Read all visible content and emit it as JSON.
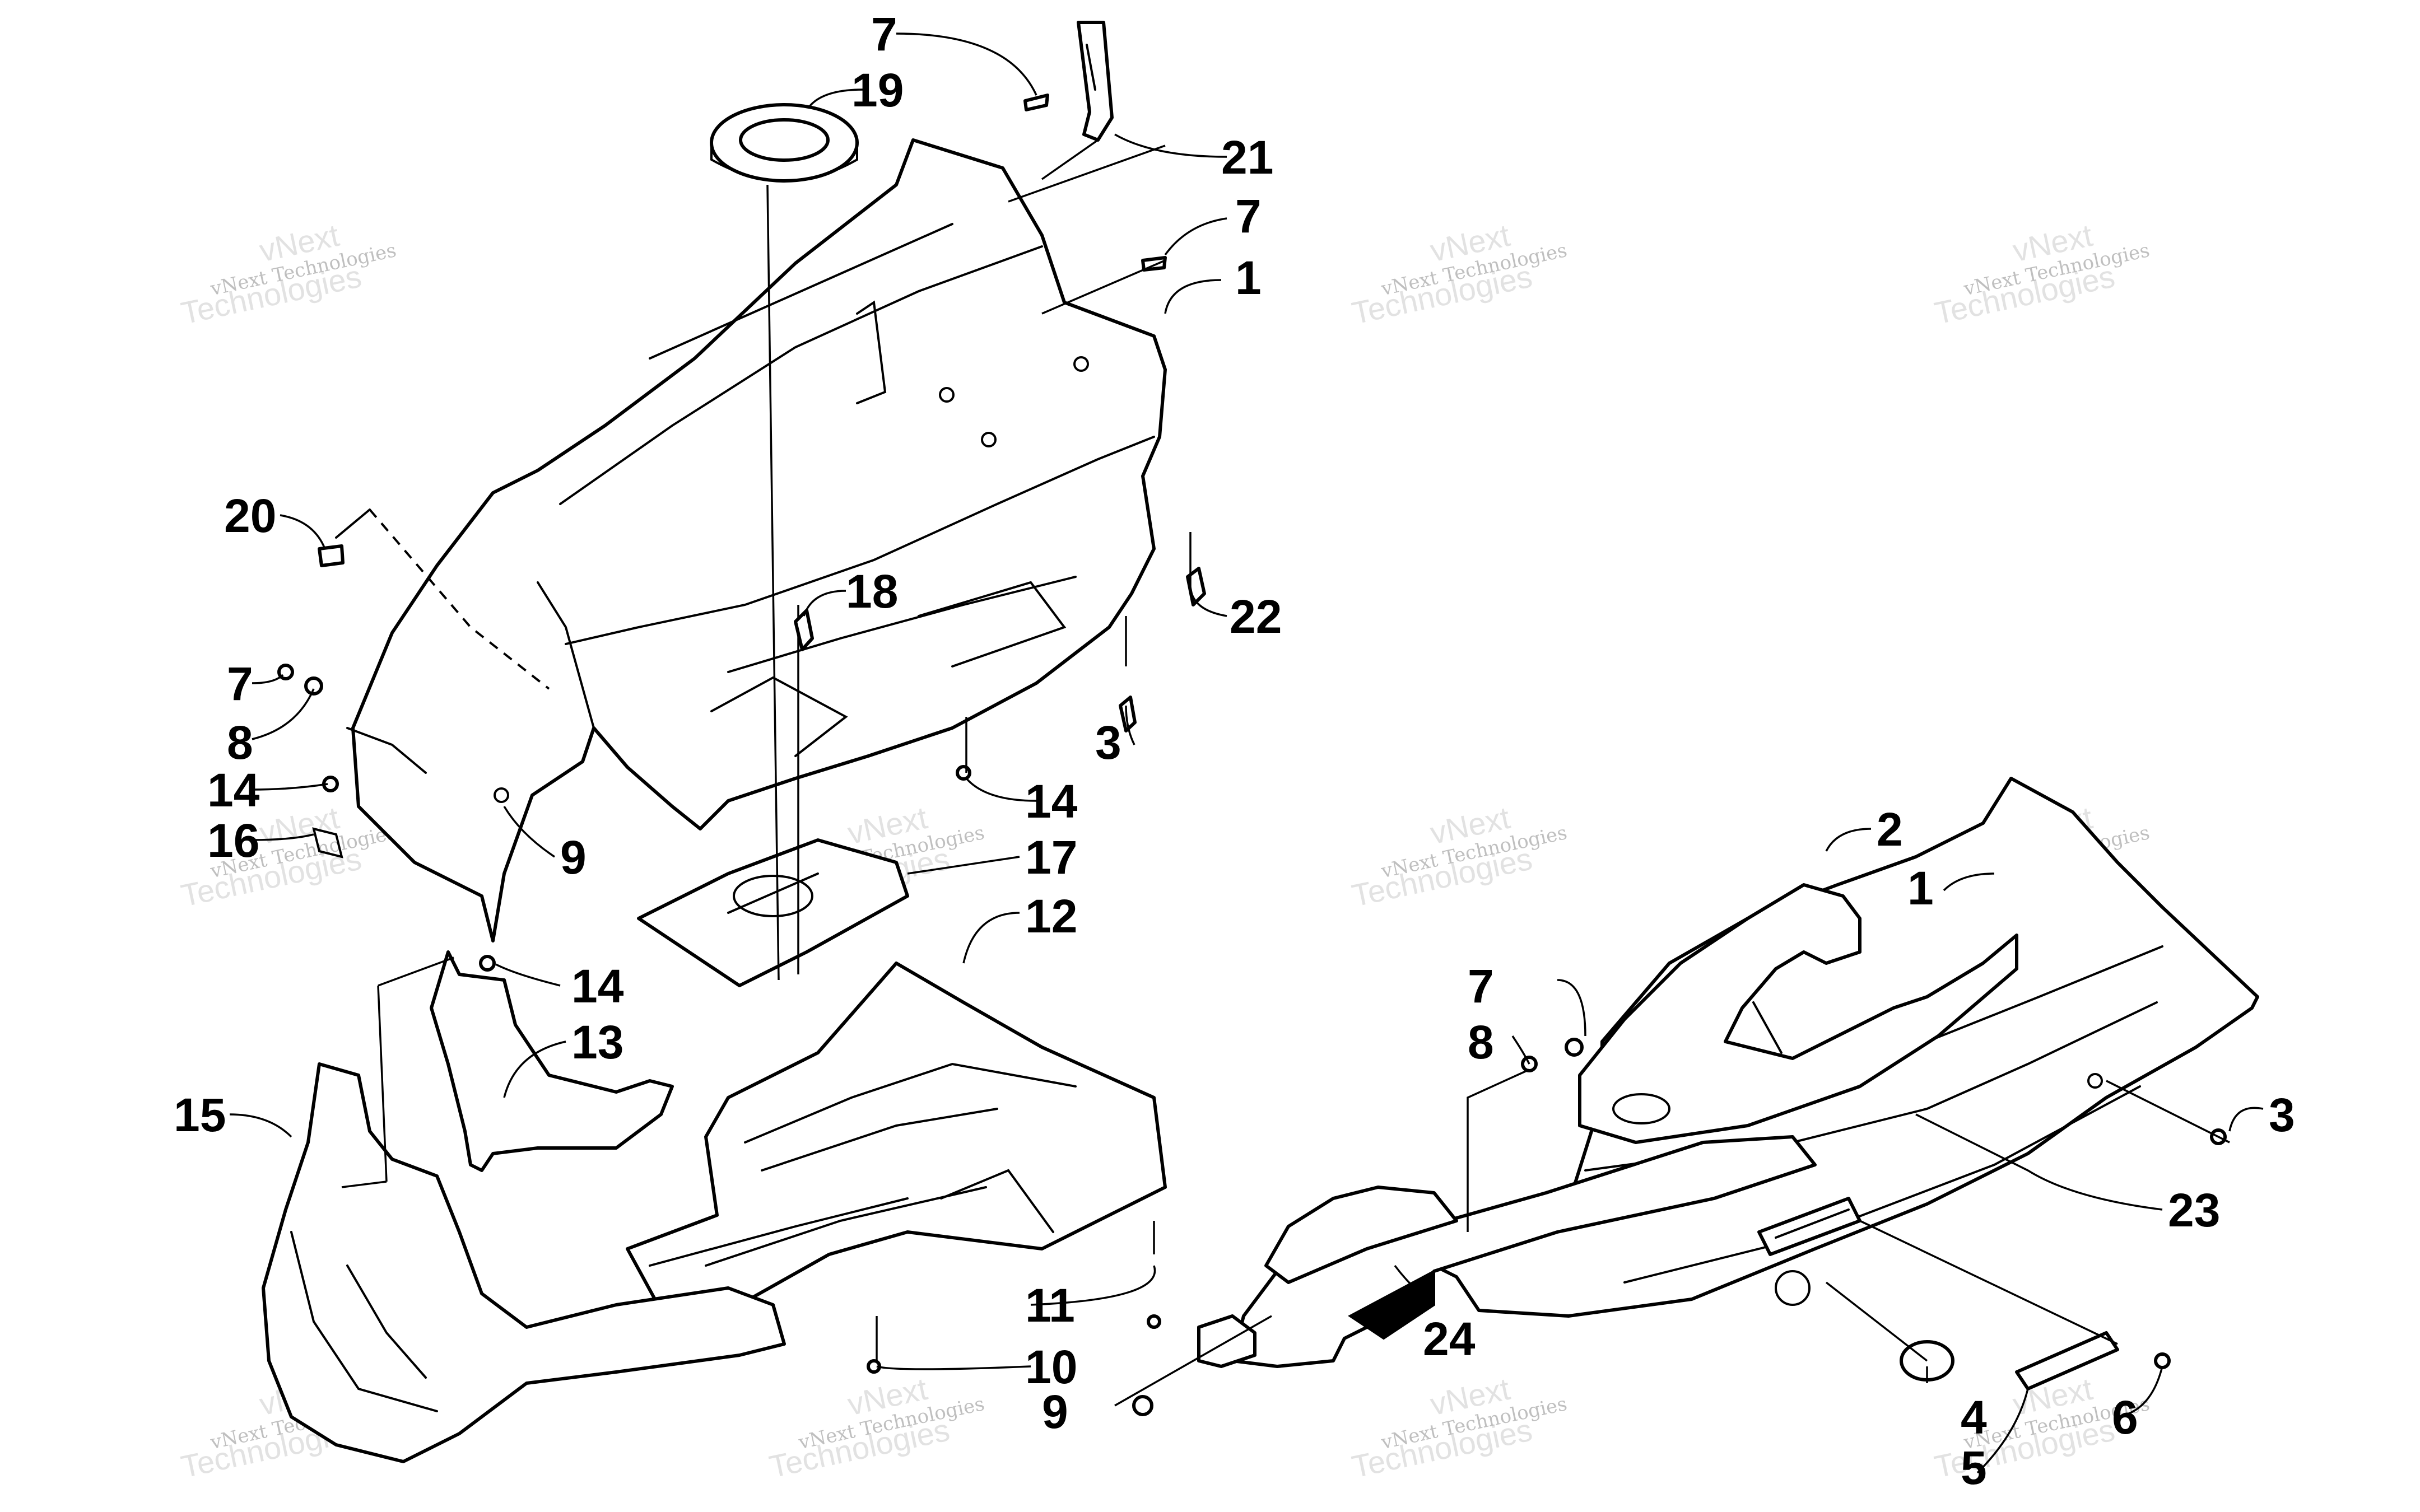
{
  "callouts": {
    "c7a": "7",
    "c19": "19",
    "c21": "21",
    "c7b": "7",
    "c1a": "1",
    "c20": "20",
    "c18": "18",
    "c22": "22",
    "c7c": "7",
    "c8a": "8",
    "c3a": "3",
    "c14a": "14",
    "c14b": "14",
    "c16": "16",
    "c9a": "9",
    "c17": "17",
    "c12": "12",
    "c14c": "14",
    "c13": "13",
    "c15": "15",
    "c11": "11",
    "c10": "10",
    "c2": "2",
    "c1b": "1",
    "c7d": "7",
    "c8b": "8",
    "c3b": "3",
    "c23": "23",
    "c24": "24",
    "c9b": "9",
    "c4": "4",
    "c5": "5",
    "c6": "6"
  },
  "watermark": {
    "line1": "vNext Technologies",
    "line2": "vNext",
    "line3": "Technologies"
  }
}
